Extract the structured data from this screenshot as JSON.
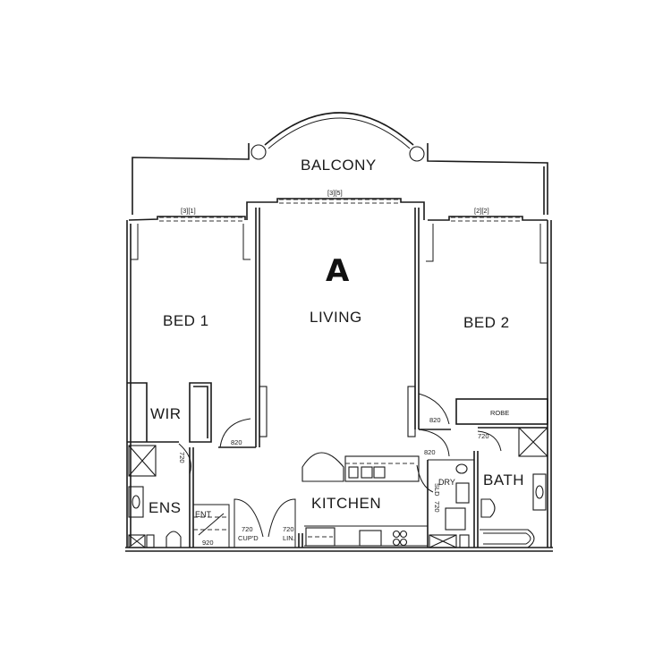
{
  "plan": {
    "unit_id": "A",
    "rooms": {
      "balcony": "BALCONY",
      "bed1": "BED 1",
      "living": "LIVING",
      "bed2": "BED 2",
      "wir": "WIR",
      "ens": "ENS",
      "kitchen": "KITCHEN",
      "bath": "BATH",
      "dry": "DRY",
      "ent": "ENT",
      "robe": "ROBE"
    },
    "window_tags": {
      "bed1": "[3][1]",
      "living": "[3][5]",
      "bed2": "[2][2]"
    },
    "door_widths": {
      "bed1": "820",
      "wir": "720",
      "bed2": "820",
      "kitchen_hall": "820",
      "bath": "720",
      "laundry": "720",
      "entry": "920",
      "cupd": "720",
      "lin": "720"
    },
    "cabinet_labels": {
      "cupd": "CUP'D",
      "lin": "LIN.",
      "sld": "SLD"
    },
    "colors": {
      "line": "#1a1a1a",
      "background": "#ffffff"
    }
  }
}
